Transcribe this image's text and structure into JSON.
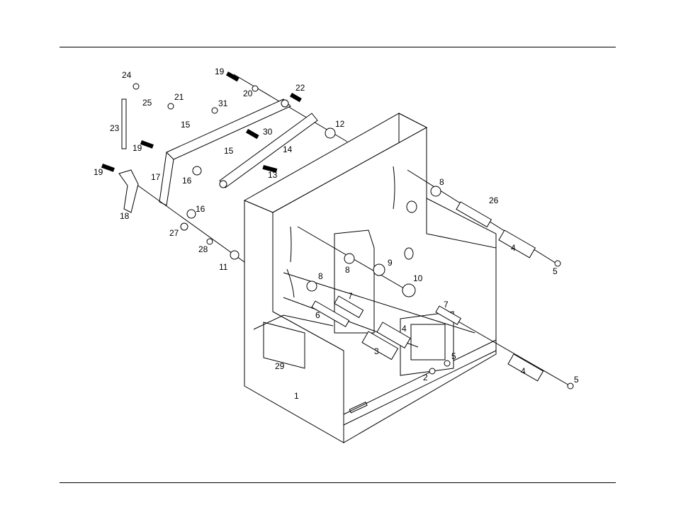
{
  "figure": {
    "title": "Frame exploded view",
    "callouts": [
      "24",
      "25",
      "23",
      "19",
      "20",
      "22",
      "21",
      "31",
      "15",
      "30",
      "15",
      "14",
      "12",
      "19",
      "19",
      "17",
      "16",
      "13",
      "18",
      "16",
      "27",
      "28",
      "11",
      "8",
      "26",
      "4",
      "5",
      "8",
      "9",
      "10",
      "8",
      "7",
      "7",
      "6",
      "4",
      "3",
      "5",
      "2",
      "29",
      "4",
      "5",
      "1"
    ]
  }
}
